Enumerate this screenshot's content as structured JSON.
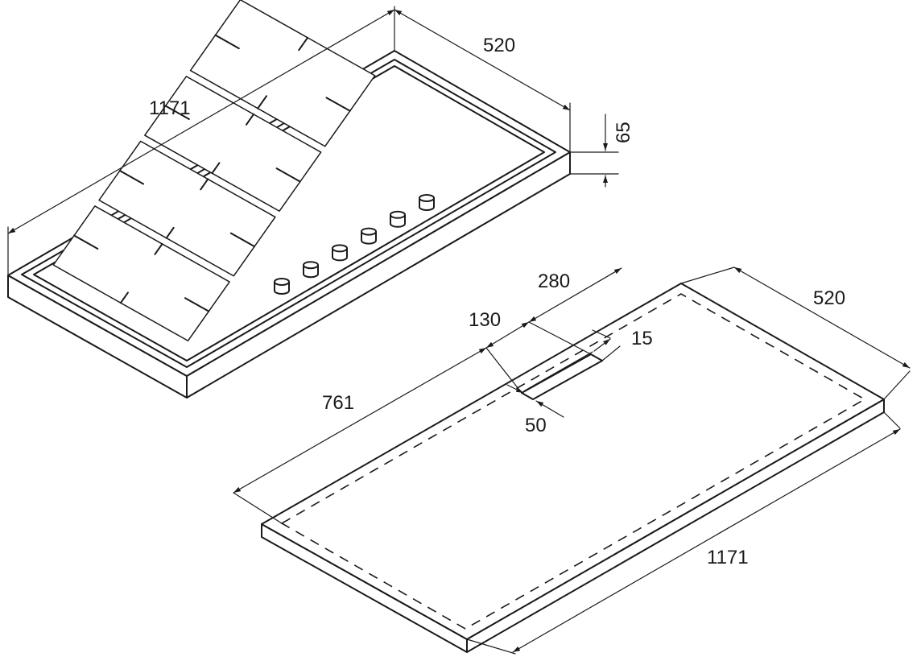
{
  "dimensions": {
    "hob_width": "1171",
    "hob_depth": "520",
    "hob_height": "65",
    "cutout_width": "1171",
    "cutout_depth": "520",
    "cutout_offset_front": "761",
    "slot_offset": "130",
    "slot_length": "280",
    "slot_depth": "15",
    "slot_width": "50"
  },
  "knobs": {
    "count": 6
  },
  "burners": {
    "count": 6
  }
}
